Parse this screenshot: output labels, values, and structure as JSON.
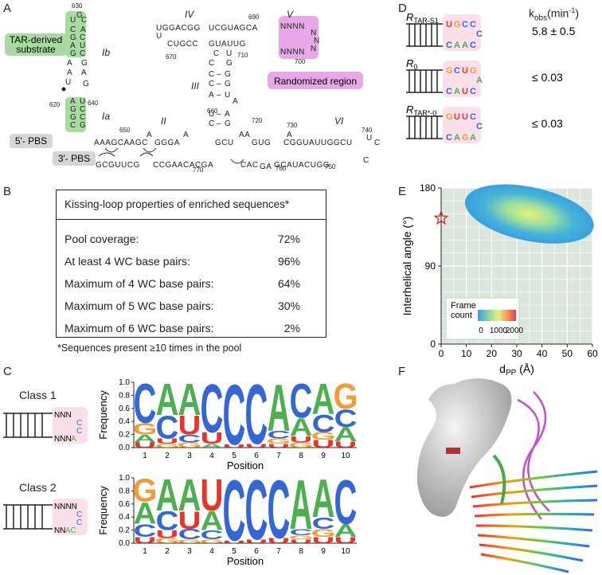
{
  "panels": {
    "a": "A",
    "b": "B",
    "c": "C",
    "d": "D",
    "e": "E",
    "f": "F"
  },
  "panel_a": {
    "tar_substrate_label": [
      "TAR-derived",
      "substrate"
    ],
    "randomized_label": "Randomized region",
    "pbs5": "5'- PBS",
    "pbs3": "3'- PBS",
    "roman": [
      "Ib",
      "Ia",
      "II",
      "III",
      "IV",
      "V",
      "VI"
    ],
    "numbers": [
      "630",
      "620",
      "640",
      "650",
      "660",
      "670",
      "690",
      "700",
      "710",
      "720",
      "730",
      "740",
      "750",
      "760",
      "770"
    ]
  },
  "panel_b": {
    "header": "Kissing-loop properties of enriched sequences*",
    "rows": [
      {
        "label": "Pool coverage:",
        "value": "72%"
      },
      {
        "label": "At least 4 WC base pairs:",
        "value": "96%"
      },
      {
        "label": "Maximum of 4 WC base pairs:",
        "value": "64%"
      },
      {
        "label": "Maximum of 5 WC base pairs:",
        "value": "30%"
      },
      {
        "label": "Maximum of 6 WC base pairs:",
        "value": "2%"
      }
    ],
    "footnote": "*Sequences present ≥10 times in the pool"
  },
  "panel_c": {
    "class1": "Class 1",
    "class2": "Class 2",
    "ylabel": "Frequency",
    "xlabel": "Position",
    "yticks": [
      "0.0",
      "0.2",
      "0.4",
      "0.6",
      "0.8",
      "1.0"
    ],
    "xticks": [
      "1",
      "2",
      "3",
      "4",
      "5",
      "6",
      "7",
      "8",
      "9",
      "10"
    ],
    "class1_loop": [
      "NNN",
      "C",
      "C",
      "NNN",
      "A"
    ],
    "class2_loop": [
      "NNNN",
      "C",
      "C",
      "NN",
      "AC"
    ],
    "colors": {
      "A": "#4caf50",
      "C": "#3367d6",
      "G": "#f39c34",
      "U": "#e8352c"
    },
    "class1_logo": [
      [
        [
          "U",
          0.08
        ],
        [
          "A",
          0.12
        ],
        [
          "G",
          0.18
        ],
        [
          "C",
          0.62
        ]
      ],
      [
        [
          "G",
          0.06
        ],
        [
          "U",
          0.08
        ],
        [
          "C",
          0.36
        ],
        [
          "A",
          0.5
        ]
      ],
      [
        [
          "G",
          0.08
        ],
        [
          "C",
          0.12
        ],
        [
          "U",
          0.3
        ],
        [
          "A",
          0.5
        ]
      ],
      [
        [
          "A",
          0.06
        ],
        [
          "U",
          0.18
        ],
        [
          "C",
          0.76
        ]
      ],
      [
        [
          "U",
          0.05
        ],
        [
          "C",
          0.95
        ]
      ],
      [
        [
          "U",
          0.06
        ],
        [
          "C",
          0.94
        ]
      ],
      [
        [
          "U",
          0.06
        ],
        [
          "G",
          0.08
        ],
        [
          "C",
          0.12
        ],
        [
          "A",
          0.74
        ]
      ],
      [
        [
          "G",
          0.08
        ],
        [
          "U",
          0.1
        ],
        [
          "A",
          0.28
        ],
        [
          "C",
          0.54
        ]
      ],
      [
        [
          "U",
          0.12
        ],
        [
          "G",
          0.12
        ],
        [
          "C",
          0.28
        ],
        [
          "A",
          0.48
        ]
      ],
      [
        [
          "U",
          0.1
        ],
        [
          "A",
          0.22
        ],
        [
          "C",
          0.28
        ],
        [
          "G",
          0.4
        ]
      ]
    ],
    "class2_logo": [
      [
        [
          "U",
          0.1
        ],
        [
          "C",
          0.2
        ],
        [
          "A",
          0.34
        ],
        [
          "G",
          0.36
        ]
      ],
      [
        [
          "G",
          0.08
        ],
        [
          "U",
          0.12
        ],
        [
          "C",
          0.3
        ],
        [
          "A",
          0.5
        ]
      ],
      [
        [
          "G",
          0.06
        ],
        [
          "C",
          0.16
        ],
        [
          "U",
          0.28
        ],
        [
          "A",
          0.5
        ]
      ],
      [
        [
          "G",
          0.06
        ],
        [
          "C",
          0.14
        ],
        [
          "A",
          0.3
        ],
        [
          "U",
          0.5
        ]
      ],
      [
        [
          "U",
          0.04
        ],
        [
          "C",
          0.96
        ]
      ],
      [
        [
          "U",
          0.06
        ],
        [
          "C",
          0.94
        ]
      ],
      [
        [
          "U",
          0.08
        ],
        [
          "C",
          0.92
        ]
      ],
      [
        [
          "U",
          0.06
        ],
        [
          "G",
          0.06
        ],
        [
          "C",
          0.1
        ],
        [
          "A",
          0.78
        ]
      ],
      [
        [
          "U",
          0.1
        ],
        [
          "G",
          0.12
        ],
        [
          "C",
          0.18
        ],
        [
          "A",
          0.6
        ]
      ],
      [
        [
          "U",
          0.1
        ],
        [
          "A",
          0.2
        ],
        [
          "C",
          0.7
        ]
      ]
    ]
  },
  "panel_d": {
    "kobs_label": "k",
    "kobs_sub": "obs",
    "kobs_unit": "(min",
    "kobs_exp": "-1",
    "kobs_close": ")",
    "constructs": [
      {
        "name": "R",
        "sub": "TAR-S1",
        "top": [
          "U",
          "G",
          "C",
          "C",
          "C"
        ],
        "bot": [
          "C",
          "A",
          "A",
          "C"
        ],
        "value": "5.8 ± 0.5"
      },
      {
        "name": "R",
        "sub": "0",
        "top": [
          "G",
          "C",
          "U",
          "G",
          "A"
        ],
        "bot": [
          "C",
          "A",
          "U",
          "C"
        ],
        "value": "≤ 0.03"
      },
      {
        "name": "R",
        "sub": "TAR*-0",
        "top": [
          "G",
          "U",
          "U",
          "C",
          "C"
        ],
        "bot": [
          "C",
          "A",
          "G",
          "A"
        ],
        "value": "≤ 0.03"
      }
    ]
  },
  "chart_data": {
    "type": "heatmap",
    "title": "",
    "xlabel": "d",
    "xlabel_sub": "PP",
    "xlabel_unit": "(Å)",
    "ylabel": "Interhelical angle (°)",
    "xlim": [
      0,
      60
    ],
    "ylim": [
      0,
      180
    ],
    "xticks": [
      0,
      10,
      20,
      30,
      40,
      50,
      60
    ],
    "yticks": [
      0,
      90,
      180
    ],
    "grid": true,
    "legend": {
      "title": "Frame count",
      "ticks": [
        "0",
        "1000",
        "2000"
      ],
      "position": "bottom-left"
    },
    "density_center": {
      "x": 35,
      "y": 150
    },
    "density_extent": {
      "x": [
        8,
        60
      ],
      "y": [
        118,
        180
      ]
    },
    "star_marker": {
      "x": 0,
      "y": 145
    }
  }
}
